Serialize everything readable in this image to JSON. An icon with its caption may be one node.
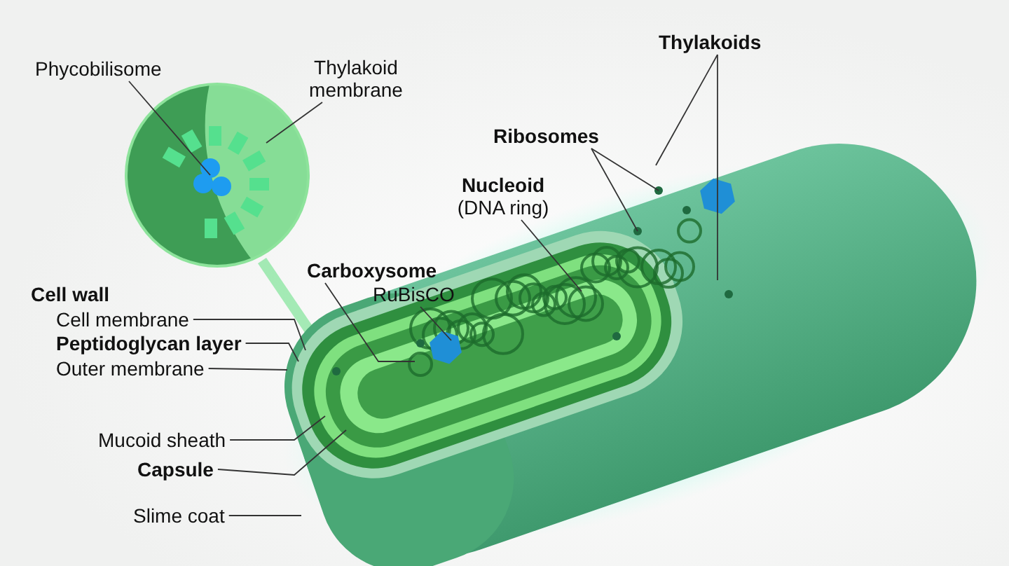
{
  "diagram": {
    "nodes": [
      {
        "text": [
          "Phycobilisome"
        ]
      },
      {
        "text": [
          "Thylakoid membrane"
        ]
      },
      {
        "text": [
          "Thylakoids"
        ]
      },
      {
        "text": [
          "Ribosomes"
        ]
      },
      {
        "text": [
          "Nucleoid",
          "(DNA ring)"
        ]
      },
      {
        "text": [
          "Carboxysome"
        ]
      },
      {
        "text": [
          "RuBisCO"
        ]
      },
      {
        "text": [
          "Cell membrane"
        ]
      },
      {
        "text": [
          "Peptidoglycan layer"
        ]
      },
      {
        "text": [
          "Outer membrane"
        ]
      },
      {
        "text": [
          "Mucoid sheath"
        ]
      },
      {
        "text": [
          "Capsule"
        ]
      },
      {
        "text": [
          "Slime coat"
        ]
      }
    ],
    "edges": [
      {
        "from": 0,
        "to": null,
        "arrow": "none"
      },
      {
        "from": 1,
        "to": null,
        "arrow": "none"
      },
      {
        "from": 2,
        "to": null,
        "arrow": "none"
      },
      {
        "from": 2,
        "to": null,
        "arrow": "none"
      },
      {
        "from": 3,
        "to": null,
        "arrow": "none"
      },
      {
        "from": 3,
        "to": null,
        "arrow": "none"
      },
      {
        "from": 4,
        "to": null,
        "arrow": "none"
      },
      {
        "from": 5,
        "to": null,
        "arrow": "none"
      },
      {
        "from": 6,
        "to": null,
        "arrow": "none"
      },
      {
        "from": 7,
        "to": null,
        "arrow": "none"
      },
      {
        "from": 8,
        "to": null,
        "arrow": "none"
      },
      {
        "from": 9,
        "to": null,
        "arrow": "none"
      },
      {
        "from": 10,
        "to": null,
        "arrow": "none"
      },
      {
        "from": 11,
        "to": null,
        "arrow": "none"
      },
      {
        "from": 12,
        "to": null,
        "arrow": "none"
      }
    ],
    "labels": [
      "Cell wall"
    ]
  }
}
